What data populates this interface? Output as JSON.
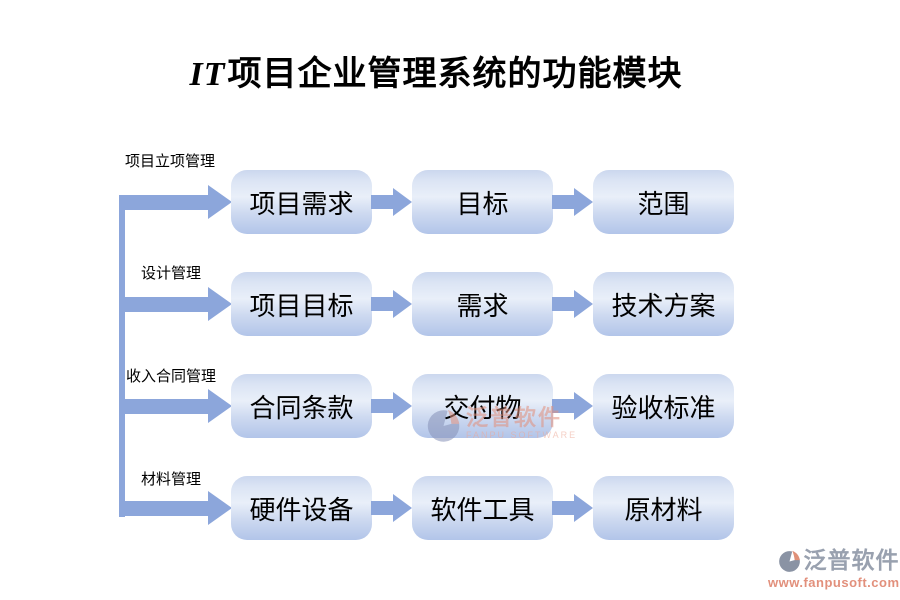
{
  "title": {
    "prefix": "IT",
    "text": "项目企业管理系统的功能模块"
  },
  "rows": [
    {
      "label": "项目立项管理",
      "boxes": [
        "项目需求",
        "目标",
        "范围"
      ]
    },
    {
      "label": "设计管理",
      "boxes": [
        "项目目标",
        "需求",
        "技术方案"
      ]
    },
    {
      "label": "收入合同管理",
      "boxes": [
        "合同条款",
        "交付物",
        "验收标准"
      ]
    },
    {
      "label": "材料管理",
      "boxes": [
        "硬件设备",
        "软件工具",
        "原材料"
      ]
    }
  ],
  "watermark": {
    "brand": "泛普软件",
    "subtitle": "FANPU SOFTWARE"
  },
  "footer": {
    "brand": "泛普软件",
    "url": "www.fanpusoft.com"
  },
  "colors": {
    "arrow": "#8ca6db",
    "box_top": "#cbd7ee",
    "box_mid": "#e9eff9",
    "box_bottom": "#b2c5e9",
    "brand_gray": "#99a1af",
    "brand_salmon": "#e2907c"
  }
}
